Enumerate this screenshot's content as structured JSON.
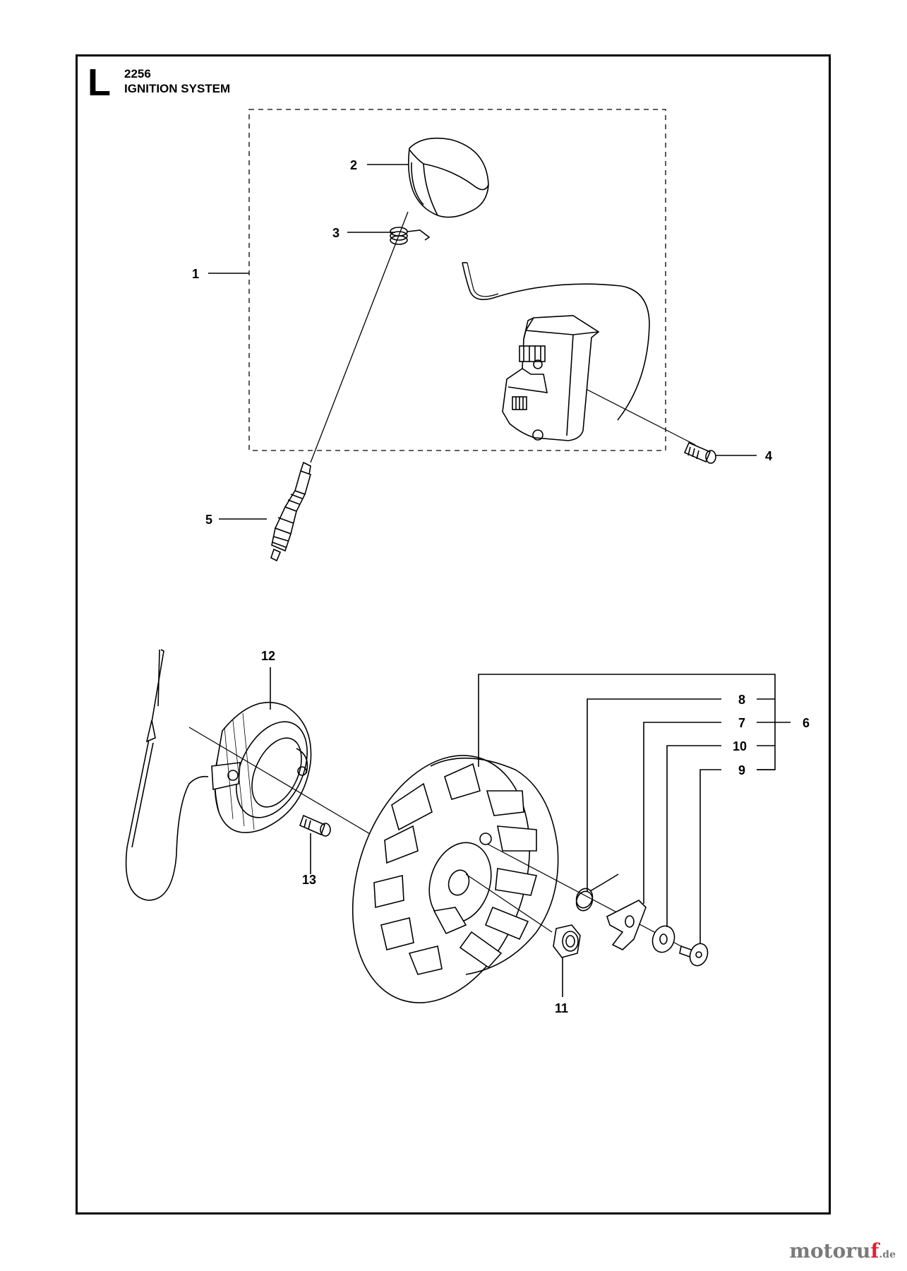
{
  "header": {
    "section_letter": "L",
    "diagram_number": "2256",
    "title": "IGNITION SYSTEM"
  },
  "callouts": [
    "1",
    "2",
    "3",
    "4",
    "5",
    "6",
    "7",
    "8",
    "9",
    "10",
    "11",
    "12",
    "13"
  ],
  "watermark": {
    "brand": "motoru",
    "accent": "f",
    "tld": ".de"
  },
  "colors": {
    "line": "#000000",
    "watermark": "#7a7a7a",
    "watermark_accent": "#dd2233"
  }
}
